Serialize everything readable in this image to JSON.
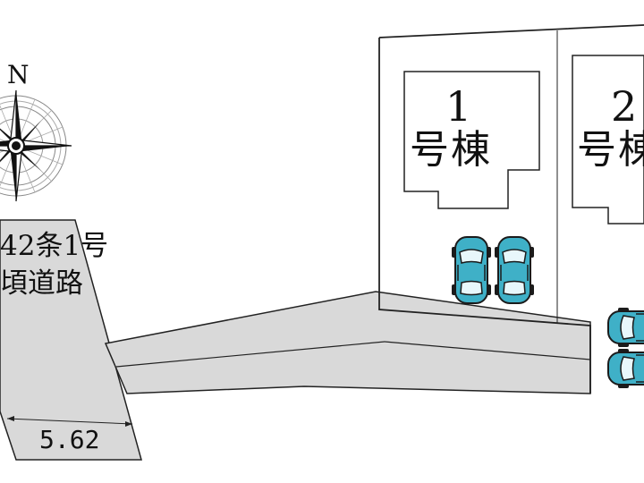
{
  "compass": {
    "north_label": "N",
    "icon": "compass-rose-icon"
  },
  "road": {
    "line1": "42条1号",
    "line2": "頃道路",
    "width_value": "5.62"
  },
  "buildings": [
    {
      "number": "1",
      "label": "号棟"
    },
    {
      "number": "2",
      "label": "号棟"
    }
  ],
  "parking": {
    "icon": "car-icon",
    "count": 4
  },
  "colors": {
    "road_fill": "#d9d9d9",
    "car_body": "#3fb0c7",
    "line": "#222222",
    "background": "#ffffff"
  }
}
